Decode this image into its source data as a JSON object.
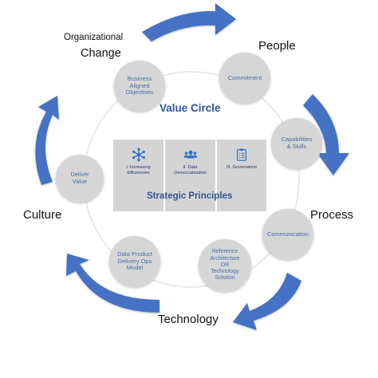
{
  "diagram": {
    "center_title": "Value Circle",
    "principles_title": "Strategic Principles",
    "principles": [
      {
        "label": "I. Increasing\nEfficiencies",
        "icon": "network-hub-icon"
      },
      {
        "label": "II. Data\nDemocratisation",
        "icon": "people-group-icon"
      },
      {
        "label": "III. Governance",
        "icon": "clipboard-checklist-icon"
      }
    ],
    "outer_labels": {
      "org_change_small": "Organizational",
      "org_change_big": "Change",
      "people": "People",
      "process": "Process",
      "technology": "Technology",
      "culture": "Culture"
    },
    "nodes": [
      {
        "id": "commitment",
        "text": "Commitment"
      },
      {
        "id": "capabilities",
        "text": "Capabilities\n& Skills"
      },
      {
        "id": "communication",
        "text": "Communication"
      },
      {
        "id": "reference",
        "text": "Reference\nArchitecture\nOR\nTechnology\nSolution"
      },
      {
        "id": "data-product",
        "text": "Data Product\nDelivery Ops\nModel"
      },
      {
        "id": "deliver-value",
        "text": "Deliver\nValue"
      },
      {
        "id": "business-aligned",
        "text": "Business\nAligned\nObjectives"
      }
    ],
    "colors": {
      "arrow": "#4472c4",
      "title": "#2f5597",
      "node_fill": "#d6d6d6",
      "node_text": "#4a6fa3",
      "tile_fill": "#d4d4d4"
    }
  }
}
